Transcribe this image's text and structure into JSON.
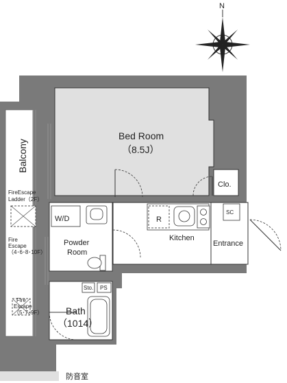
{
  "compass": {
    "north": "N"
  },
  "rooms": {
    "bedroom": {
      "name": "Bed Room",
      "size": "（8.5J）"
    },
    "closet": "Clo.",
    "balcony": "Balcony",
    "wd": "W/D",
    "powder_line1": "Powder",
    "powder_line2": "Room",
    "refrigerator": "R",
    "kitchen": "Kitchen",
    "shoe_cabinet": "SC",
    "entrance": "Entrance",
    "storage": "Sto.",
    "pipe_space": "PS",
    "bath": {
      "name": "Bath",
      "size": "（1014）"
    }
  },
  "fire_escapes": {
    "ladder_line1": "FireEscape",
    "ladder_line2": "Ladder（2F）",
    "escape1_line1": "Fire",
    "escape1_line2": "Escape",
    "escape1_line3": "（4･6･8･10F）",
    "escape2_line1": "Fire",
    "escape2_line2": "Escape",
    "escape2_line3": "（5･7･9F）"
  },
  "legend": {
    "label": "防音室",
    "swatch_color": "#e0e0e0"
  },
  "colors": {
    "wall": "#7a7a7a",
    "bedroom_floor": "#e0e0e0",
    "line": "#333333"
  }
}
